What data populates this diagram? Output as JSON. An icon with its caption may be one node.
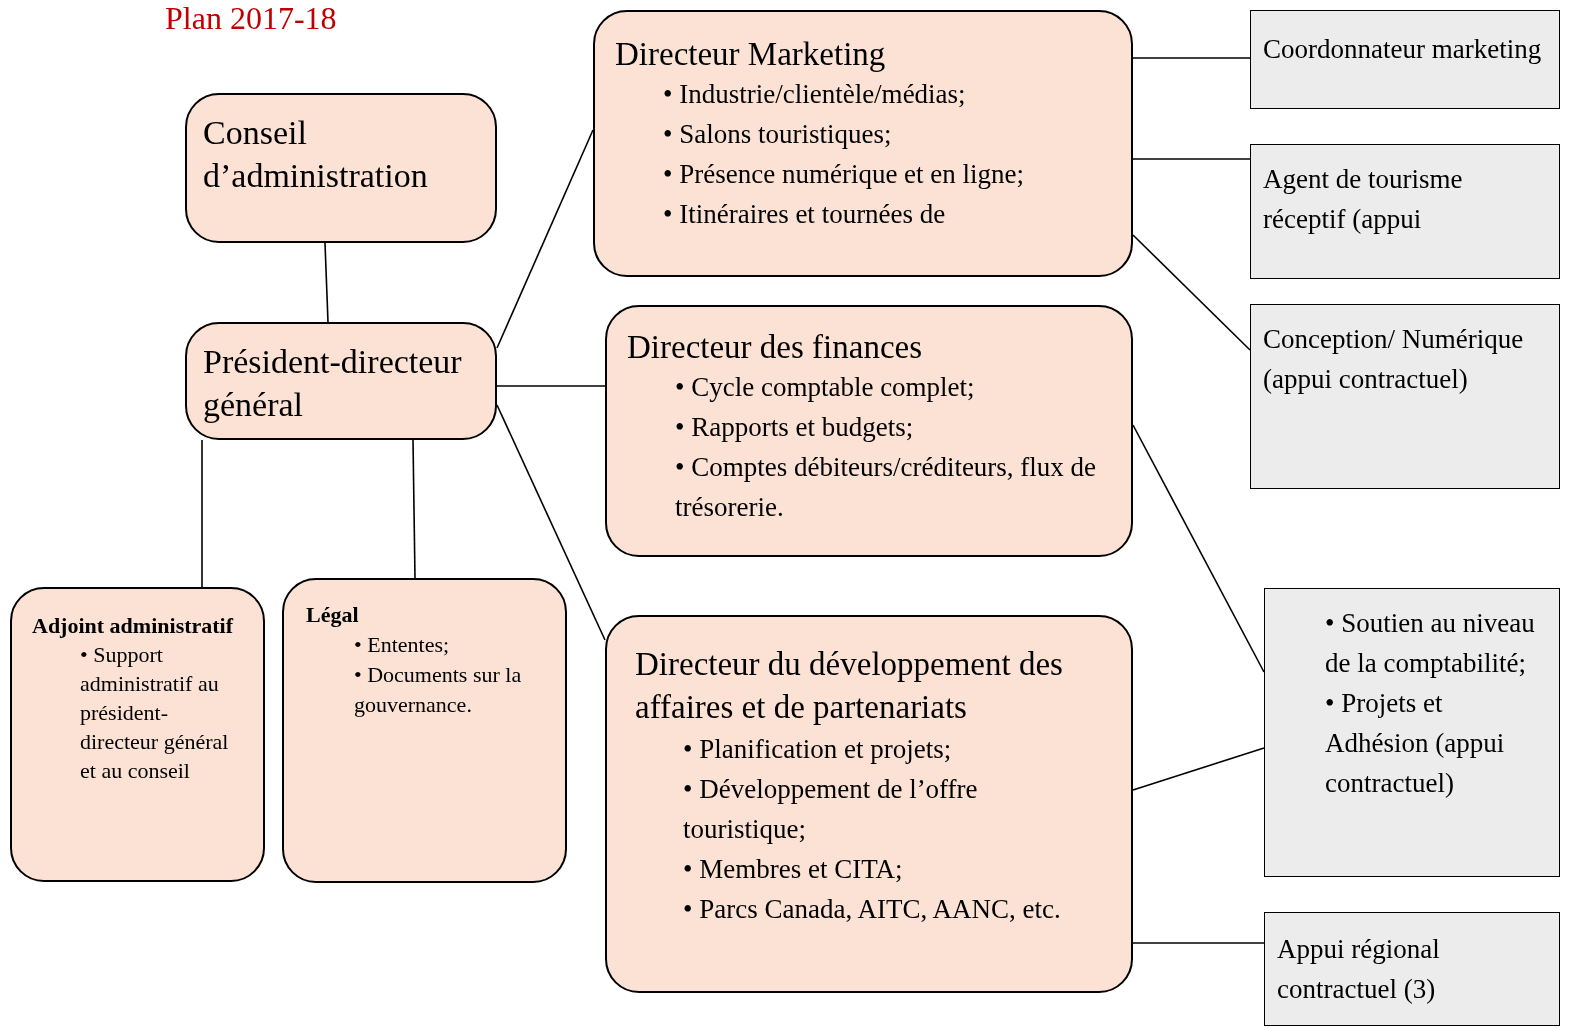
{
  "diagram": {
    "title": "Plan 2017-18",
    "nodes": [
      {
        "text": [
          "Conseil d’administration"
        ]
      },
      {
        "text": [
          "Président-directeur général"
        ]
      },
      {
        "text": [
          "Directeur Marketing",
          "• Industrie/clientèle/médias;",
          "• Salons touristiques;",
          "• Présence numérique et en ligne;",
          "• Itinéraires et tournées de"
        ]
      },
      {
        "text": [
          "Directeur des finances",
          "• Cycle comptable complet;",
          "• Rapports et budgets;",
          "• Comptes débiteurs/créditeurs, flux de trésorerie."
        ]
      },
      {
        "text": [
          "Directeur du développement des affaires et de partenariats",
          "• Planification et projets;",
          "• Développement de l’offre touristique;",
          "• Membres et CITA;",
          "• Parcs Canada, AITC, AANC, etc."
        ]
      },
      {
        "text": [
          "Adjoint administratif",
          "• Support administratif au président-directeur général et au conseil"
        ]
      },
      {
        "text": [
          "Légal",
          "• Ententes;",
          "• Documents sur la gouvernance."
        ]
      },
      {
        "text": [
          "Coordonnateur marketing"
        ]
      },
      {
        "text": [
          "Agent de tourisme réceptif (appui"
        ]
      },
      {
        "text": [
          "Conception/ Numérique (appui contractuel)"
        ]
      },
      {
        "text": [
          "• Soutien au niveau de la comptabilité;",
          "• Projets et Adhésion (appui contractuel)"
        ]
      },
      {
        "text": [
          "Appui régional contractuel (3)"
        ]
      }
    ],
    "edges": [
      {
        "from": 0,
        "to": 1,
        "arrow": "none"
      },
      {
        "from": 1,
        "to": 2,
        "arrow": "none"
      },
      {
        "from": 1,
        "to": 3,
        "arrow": "none"
      },
      {
        "from": 1,
        "to": 4,
        "arrow": "none"
      },
      {
        "from": 1,
        "to": 5,
        "arrow": "none"
      },
      {
        "from": 1,
        "to": 6,
        "arrow": "none"
      },
      {
        "from": 2,
        "to": 7,
        "arrow": "none"
      },
      {
        "from": 2,
        "to": 8,
        "arrow": "none"
      },
      {
        "from": 2,
        "to": 9,
        "arrow": "none"
      },
      {
        "from": 3,
        "to": 10,
        "arrow": "none"
      },
      {
        "from": 4,
        "to": 10,
        "arrow": "none"
      },
      {
        "from": 4,
        "to": 11,
        "arrow": "none"
      }
    ]
  }
}
